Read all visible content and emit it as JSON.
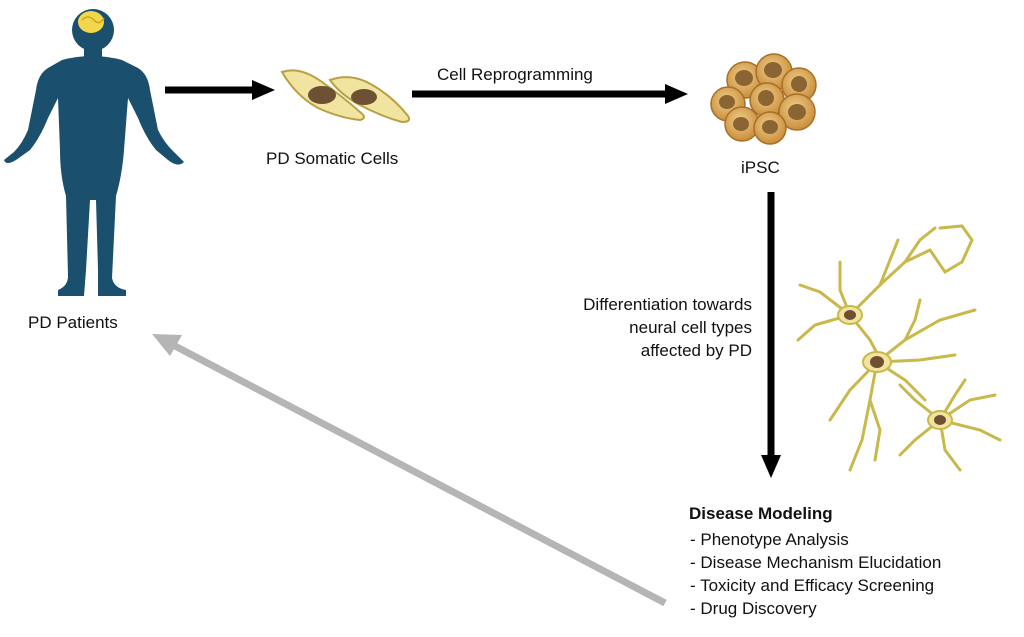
{
  "labels": {
    "patients": "PD Patients",
    "somatic": "PD Somatic Cells",
    "reprogramming": "Cell Reprogramming",
    "ipsc": "iPSC"
  },
  "differentiation": [
    "Differentiation towards",
    "neural cell types",
    "affected by PD"
  ],
  "disease_modeling": {
    "title": "Disease Modeling",
    "items": [
      "- Phenotype Analysis",
      "- Disease Mechanism Elucidation",
      "- Toxicity and Efficacy Screening",
      "- Drug Discovery"
    ]
  },
  "colors": {
    "body": "#1b4f6e",
    "brain": "#f2d64b",
    "cell_fill": "#f1e3a0",
    "cell_outline": "#b8a144",
    "nucleus": "#6e5032",
    "ipsc_fill": "#d6a85a",
    "ipsc_nucleus": "#8a6432",
    "neuron": "#c9b84a",
    "arrow": "#000000",
    "return_arrow": "#b5b5b5"
  }
}
